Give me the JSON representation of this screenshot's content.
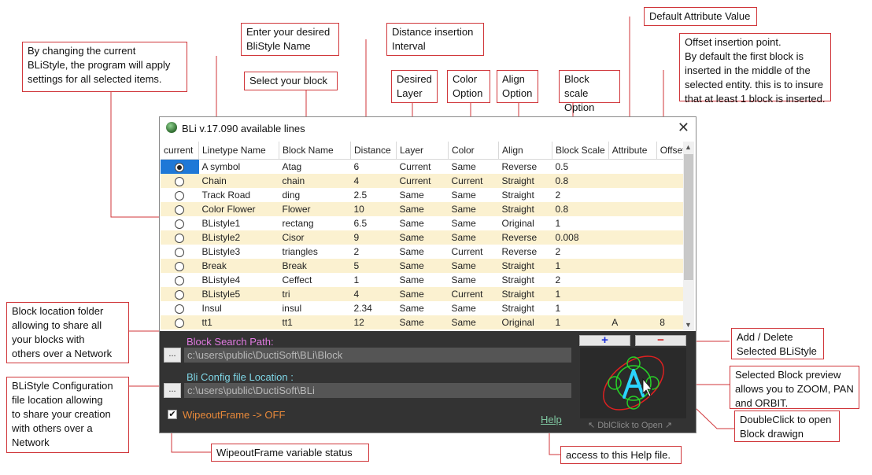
{
  "window": {
    "title": "BLi v.17.090 available lines",
    "close": "✕"
  },
  "columns": [
    "current",
    "Linetype Name",
    "Block Name",
    "Distance",
    "Layer",
    "Color",
    "Align",
    "Block Scale",
    "Attribute",
    "Offset"
  ],
  "rows": [
    {
      "current": true,
      "name": "A symbol",
      "block": "Atag",
      "distance": "6",
      "layer": "Current",
      "color": "Same",
      "align": "Reverse",
      "scale": "0.5",
      "attribute": "",
      "offset": ""
    },
    {
      "current": false,
      "name": "Chain",
      "block": "chain",
      "distance": "4",
      "layer": "Current",
      "color": "Current",
      "align": "Straight",
      "scale": "0.8",
      "attribute": "",
      "offset": ""
    },
    {
      "current": false,
      "name": "Track Road",
      "block": "ding",
      "distance": "2.5",
      "layer": "Same",
      "color": "Same",
      "align": "Straight",
      "scale": "2",
      "attribute": "",
      "offset": ""
    },
    {
      "current": false,
      "name": "Color Flower",
      "block": "Flower",
      "distance": "10",
      "layer": "Same",
      "color": "Same",
      "align": "Straight",
      "scale": "0.8",
      "attribute": "",
      "offset": ""
    },
    {
      "current": false,
      "name": "BListyle1",
      "block": "rectang",
      "distance": "6.5",
      "layer": "Same",
      "color": "Same",
      "align": "Original",
      "scale": "1",
      "attribute": "",
      "offset": ""
    },
    {
      "current": false,
      "name": "BListyle2",
      "block": "Cisor",
      "distance": "9",
      "layer": "Same",
      "color": "Same",
      "align": "Reverse",
      "scale": "0.008",
      "attribute": "",
      "offset": ""
    },
    {
      "current": false,
      "name": "BListyle3",
      "block": "triangles",
      "distance": "2",
      "layer": "Same",
      "color": "Current",
      "align": "Reverse",
      "scale": "2",
      "attribute": "",
      "offset": ""
    },
    {
      "current": false,
      "name": "Break",
      "block": "Break",
      "distance": "5",
      "layer": "Same",
      "color": "Same",
      "align": "Straight",
      "scale": "1",
      "attribute": "",
      "offset": ""
    },
    {
      "current": false,
      "name": "BListyle4",
      "block": "Ceffect",
      "distance": "1",
      "layer": "Same",
      "color": "Same",
      "align": "Straight",
      "scale": "2",
      "attribute": "",
      "offset": ""
    },
    {
      "current": false,
      "name": "BListyle5",
      "block": "tri",
      "distance": "4",
      "layer": "Same",
      "color": "Current",
      "align": "Straight",
      "scale": "1",
      "attribute": "",
      "offset": ""
    },
    {
      "current": false,
      "name": "Insul",
      "block": "insul",
      "distance": "2.34",
      "layer": "Same",
      "color": "Same",
      "align": "Straight",
      "scale": "1",
      "attribute": "",
      "offset": ""
    },
    {
      "current": false,
      "name": "tt1",
      "block": "tt1",
      "distance": "12",
      "layer": "Same",
      "color": "Same",
      "align": "Original",
      "scale": "1",
      "attribute": "A",
      "offset": "8"
    }
  ],
  "panel": {
    "block_search_label": "Block Search Path:",
    "block_search_path": "c:\\users\\public\\DuctiSoft\\BLi\\Block",
    "config_label": "Bli Config file Location :",
    "config_path": "c:\\users\\public\\DuctiSoft\\BLi",
    "browse_label": "...",
    "wipeout_label": "WipeoutFrame -> OFF",
    "wipeout_checked": true,
    "help_label": "Help",
    "add_label": "+",
    "delete_label": "−",
    "dblclick_label": "DblClick to Open"
  },
  "annotations": {
    "bli_style": "By changing the current\nBLiStyle, the program will apply\nsettings for all selected items.",
    "style_name": "Enter your desired\nBliStyle Name",
    "select_block": "Select your block",
    "distance": "Distance insertion\nInterval",
    "layer": "Desired\nLayer",
    "color": "Color\nOption",
    "align": "Align\nOption",
    "scale": "Block scale\nOption",
    "attribute": "Default Attribute Value",
    "offset": "Offset insertion point.\nBy default the first block is\ninserted in the middle of the\nselected entity. this is to insure\nthat at least 1 block is inserted.",
    "block_folder": "Block location folder\nallowing to share all\nyour blocks with\nothers over a Network",
    "config": "BLiStyle Configuration\nfile location allowing\nto share your creation\nwith others over a\nNetwork",
    "add_delete": "Add / Delete\nSelected BLiStyle",
    "preview": "Selected Block preview\nallows you to ZOOM, PAN\nand ORBIT.",
    "dblclick": "DoubleClick to open\nBlock drawign",
    "wipeout": "WipeoutFrame variable status",
    "help": "access to this Help file."
  },
  "colors": {
    "panel_bg": "#333333",
    "alt_row": "#fbf1d0",
    "selection": "#1e78d7",
    "search_label": "#e07ae0",
    "config_label": "#7fd6e6",
    "wipeout_label": "#e8893a",
    "callout_border": "#d0363a"
  }
}
